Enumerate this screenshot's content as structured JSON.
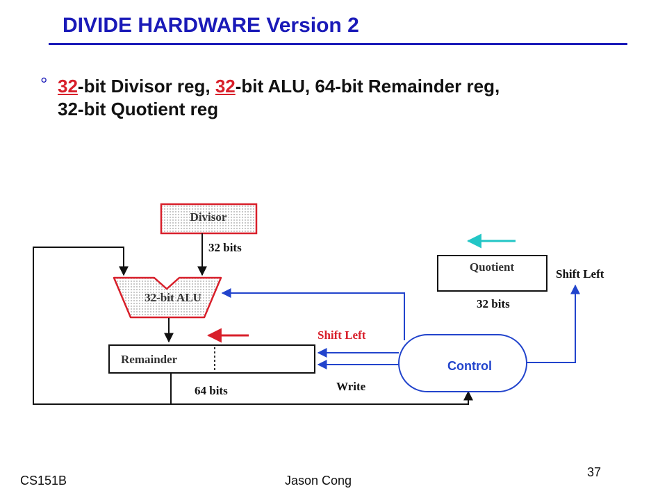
{
  "slide": {
    "title": "DIVIDE HARDWARE Version 2",
    "bullet_marker": "°",
    "bullet": {
      "part1_num": "32",
      "part1_text": "-bit Divisor reg, ",
      "part2_num": "32",
      "part2_text": "-bit ALU, 64-bit Remainder reg,",
      "line2": "32-bit Quotient reg"
    }
  },
  "diagram": {
    "divisor": "Divisor",
    "divisor_bits": "32 bits",
    "alu": "32-bit ALU",
    "remainder": "Remainder",
    "remainder_bits": "64 bits",
    "quotient": "Quotient",
    "quotient_bits": "32 bits",
    "quotient_shift": "Shift Left",
    "remainder_shift": "Shift Left",
    "write": "Write",
    "control": "Control"
  },
  "footer": {
    "course": "CS151B",
    "author": "Jason Cong",
    "page": "37"
  },
  "colors": {
    "title_blue": "#1a1ab8",
    "accent_red": "#d81f2a",
    "control_blue": "#2244cc",
    "arrow_teal": "#22c6c6"
  }
}
